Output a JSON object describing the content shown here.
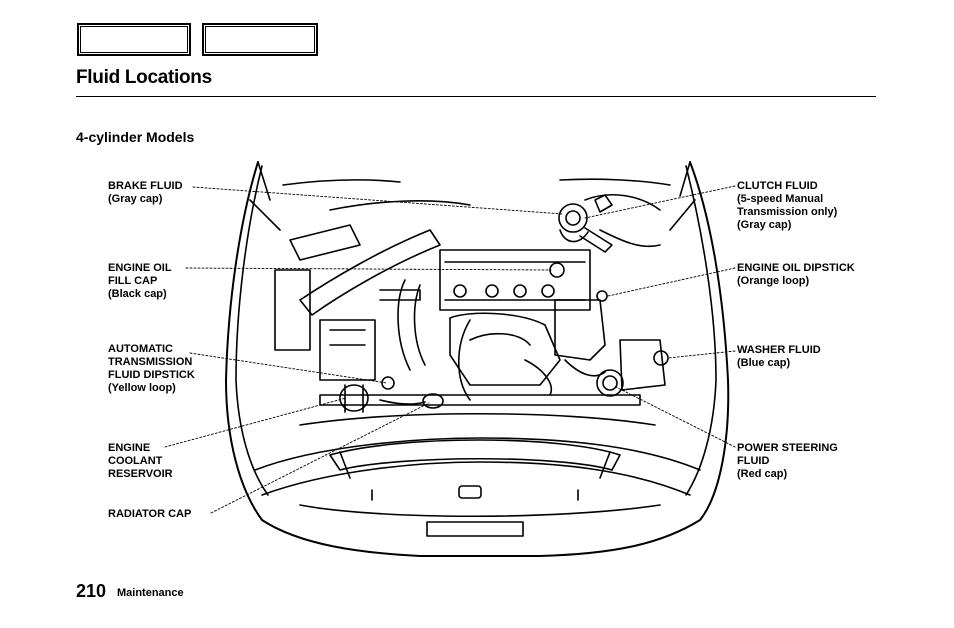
{
  "nav": {
    "buttons": [
      "",
      ""
    ]
  },
  "page": {
    "title": "Fluid Locations",
    "section_heading": "4-cylinder Models"
  },
  "labels": {
    "brake_fluid": {
      "name": "BRAKE FLUID",
      "sub": "(Gray cap)"
    },
    "engine_oil_fill_cap": {
      "lines": [
        "ENGINE OIL",
        "FILL CAP"
      ],
      "sub": "(Black cap)"
    },
    "automatic_transmission": {
      "lines": [
        "AUTOMATIC",
        "TRANSMISSION",
        "FLUID DIPSTICK"
      ],
      "sub": "(Yellow loop)"
    },
    "engine_coolant_reservoir": {
      "lines": [
        "ENGINE",
        "COOLANT",
        "RESERVOIR"
      ]
    },
    "radiator_cap": {
      "name": "RADIATOR CAP"
    },
    "clutch_fluid": {
      "lines": [
        "CLUTCH FLUID",
        "(5-speed Manual",
        "Transmission only)"
      ],
      "sub": "(Gray cap)"
    },
    "engine_oil_dipstick": {
      "name": "ENGINE OIL DIPSTICK",
      "sub": "(Orange loop)"
    },
    "washer_fluid": {
      "name": "WASHER FLUID",
      "sub": "(Blue cap)"
    },
    "power_steering": {
      "lines": [
        "POWER STEERING",
        "FLUID"
      ],
      "sub": "(Red cap)"
    }
  },
  "footer": {
    "page_number": "210",
    "section": "Maintenance"
  }
}
